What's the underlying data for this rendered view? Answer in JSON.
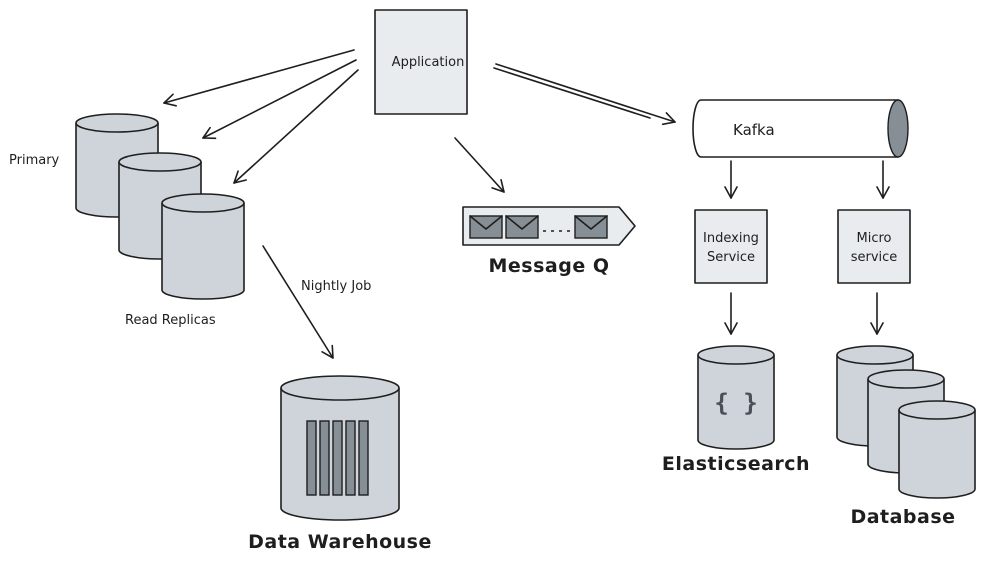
{
  "labels": {
    "application": "Application",
    "primary": "Primary",
    "read_replicas": "Read Replicas",
    "nightly_job": "Nightly Job",
    "data_warehouse": "Data Warehouse",
    "message_q": "Message Q",
    "kafka": "Kafka",
    "indexing_line1": "Indexing",
    "indexing_line2": "Service",
    "micro_line1": "Micro",
    "micro_line2": "service",
    "elasticsearch": "Elasticsearch",
    "elastic_glyph": "{ }",
    "database": "Database"
  },
  "colors": {
    "fill": "#ced4da",
    "dark": "#868e96",
    "stroke": "#1e1e1e"
  }
}
